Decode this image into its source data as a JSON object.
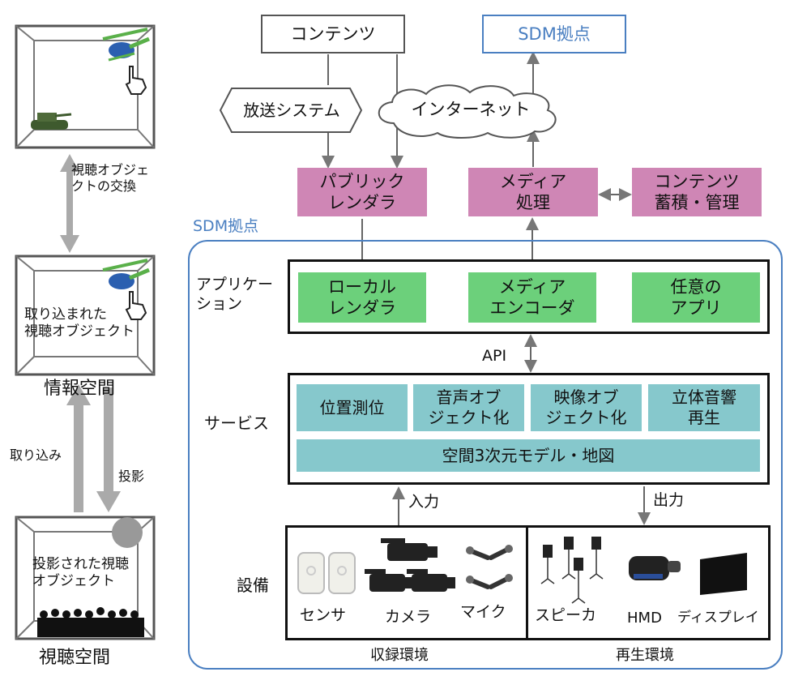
{
  "colors": {
    "pink": "#cf86b5",
    "green": "#6cd07b",
    "teal": "#86c8cc",
    "blue": "#4a7fc1",
    "arrow": "#888888"
  },
  "left": {
    "exchange_label": "視聴オブジェ\nクトの交換",
    "cube2_caption": "取り込まれた\n視聴オブジェクト",
    "info_space": "情報空間",
    "capture_label": "取り込み",
    "projection_label": "投影",
    "cube3_caption": "投影された視聴\nオブジェクト",
    "viewing_space": "視聴空間"
  },
  "top": {
    "contents": "コンテンツ",
    "sdm_top": "SDM拠点",
    "broadcast": "放送システム",
    "internet": "インターネット"
  },
  "middle": {
    "public_renderer": "パブリック\nレンダラ",
    "media_processing": "メディア\n処理",
    "content_storage": "コンテンツ\n蓄積・管理",
    "sdm_label": "SDM拠点"
  },
  "application": {
    "label": "アプリケー\nション",
    "local_renderer": "ローカル\nレンダラ",
    "media_encoder": "メディア\nエンコーダ",
    "any_app": "任意の\nアプリ"
  },
  "api": "API",
  "service": {
    "label": "サービス",
    "items": [
      "位置測位",
      "音声オブ\nジェクト化",
      "映像オブ\nジェクト化",
      "立体音響\n再生"
    ],
    "model": "空間3次元モデル・地図"
  },
  "io": {
    "input": "入力",
    "output": "出力"
  },
  "equipment": {
    "label": "設備",
    "sensor": "センサ",
    "camera": "カメラ",
    "mic": "マイク",
    "speaker": "スピーカ",
    "hmd": "HMD",
    "display": "ディスプレイ",
    "recording_env": "収録環境",
    "playback_env": "再生環境"
  },
  "icons": [
    "helicopter-icon",
    "hand-cursor-icon",
    "tank-icon",
    "audience-icon",
    "sensor-icon",
    "camcorder-icon",
    "microphone-icon",
    "speaker-stand-icon",
    "hmd-icon",
    "display-icon"
  ]
}
